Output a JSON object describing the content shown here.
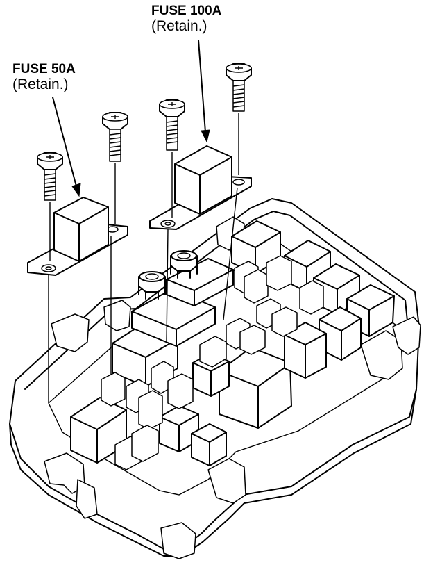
{
  "labels": {
    "fuse_100a": {
      "title": "FUSE 100A",
      "note": "(Retain.)"
    },
    "fuse_50a": {
      "title": "FUSE 50A",
      "note": "(Retain.)"
    }
  },
  "colors": {
    "line": "#000000",
    "background": "#ffffff"
  }
}
